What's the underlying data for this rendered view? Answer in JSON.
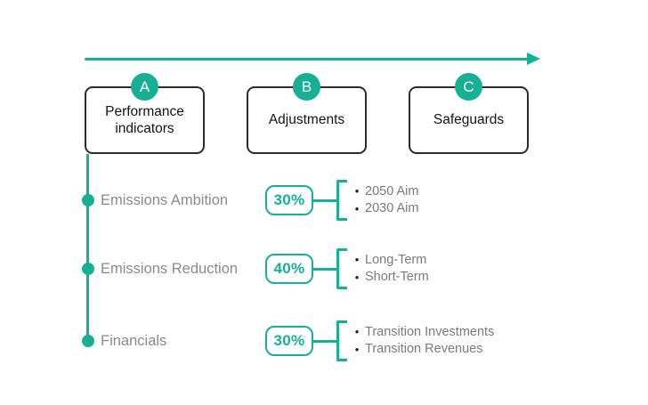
{
  "diagram": {
    "timeline_arrow": "right-arrow",
    "columns": [
      {
        "letter": "A",
        "title": "Performance indicators"
      },
      {
        "letter": "B",
        "title": "Adjustments"
      },
      {
        "letter": "C",
        "title": "Safeguards"
      }
    ],
    "rows": [
      {
        "label": "Emissions Ambition",
        "weight": "30%",
        "items": [
          "2050 Aim",
          "2030 Aim"
        ]
      },
      {
        "label": "Emissions Reduction",
        "weight": "40%",
        "items": [
          "Long-Term",
          "Short-Term"
        ]
      },
      {
        "label": "Financials",
        "weight": "30%",
        "items": [
          "Transition Investments",
          "Transition Revenues"
        ]
      }
    ],
    "icons": {
      "bullet": "•"
    },
    "colors": {
      "accent": "#17b094",
      "box_border": "#2b2b2b",
      "title": "#141414",
      "label": "#8b8b8b",
      "item": "#7a7a7a",
      "bullet": "#222222"
    }
  }
}
